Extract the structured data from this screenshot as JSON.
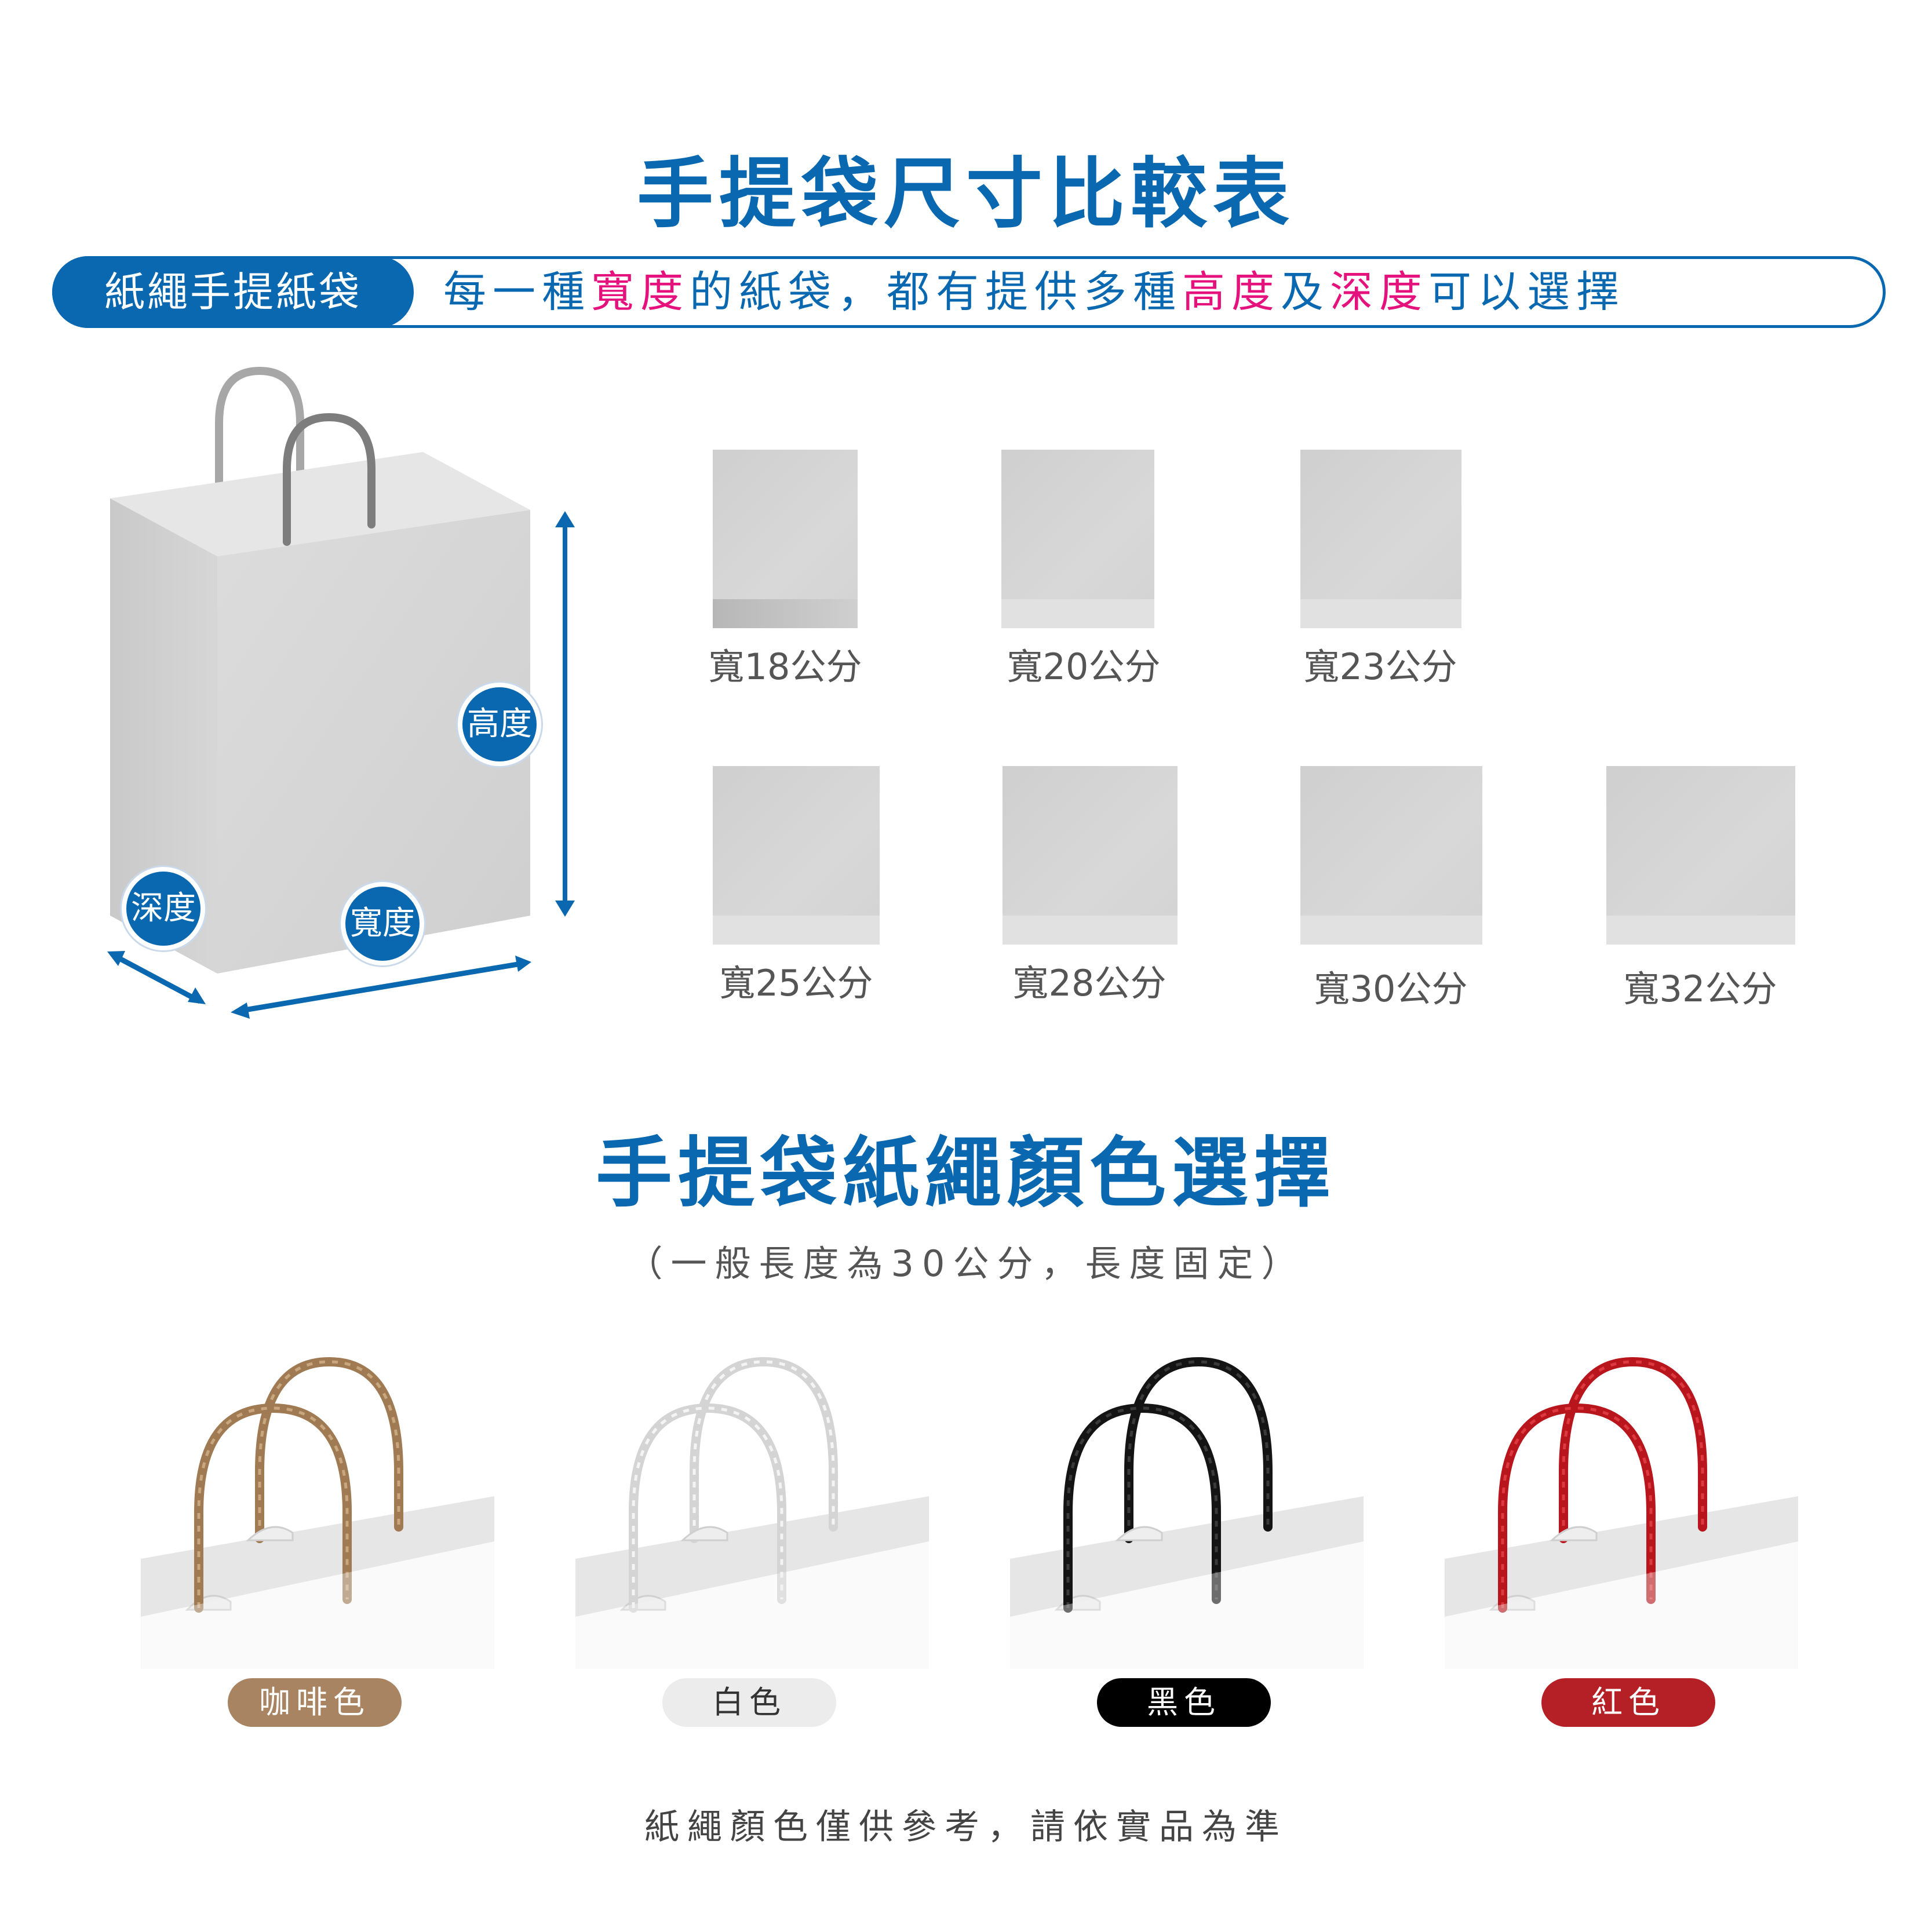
{
  "title": "手提袋尺寸比較表",
  "banner": {
    "pill": "紙繩手提紙袋",
    "text_parts": [
      "每一種",
      "寬度",
      "的紙袋，都有提供多種",
      "高度",
      "及",
      "深度",
      "可以選擇"
    ]
  },
  "dimensions": {
    "height": "高度",
    "width": "寬度",
    "depth": "深度"
  },
  "sizes": [
    {
      "label": "寬18公分"
    },
    {
      "label": "寬20公分"
    },
    {
      "label": "寬23公分"
    },
    {
      "label": "寬25公分"
    },
    {
      "label": "寬28公分"
    },
    {
      "label": "寬30公分"
    },
    {
      "label": "寬32公分"
    }
  ],
  "rope_section": {
    "title": "手提袋紙繩顏色選擇",
    "subtitle": "（一般長度為30公分，長度固定）",
    "colors": [
      {
        "label": "咖啡色",
        "pill_color": "#a88462",
        "text_color": "#ffffff",
        "rope_color": "#a07a52",
        "rope_light": "#c9a77e"
      },
      {
        "label": "白色",
        "pill_color": "#ececec",
        "text_color": "#333333",
        "rope_color": "#d4d4d4",
        "rope_light": "#f4f4f4"
      },
      {
        "label": "黑色",
        "pill_color": "#000000",
        "text_color": "#ffffff",
        "rope_color": "#141414",
        "rope_light": "#3a3a3a"
      },
      {
        "label": "紅色",
        "pill_color": "#b42025",
        "text_color": "#ffffff",
        "rope_color": "#b8151c",
        "rope_light": "#dc3a40"
      }
    ],
    "footer": "紙繩顏色僅供參考，請依實品為準"
  },
  "colors": {
    "brand_blue": "#0a68b0",
    "highlight_pink": "#e5127d"
  }
}
